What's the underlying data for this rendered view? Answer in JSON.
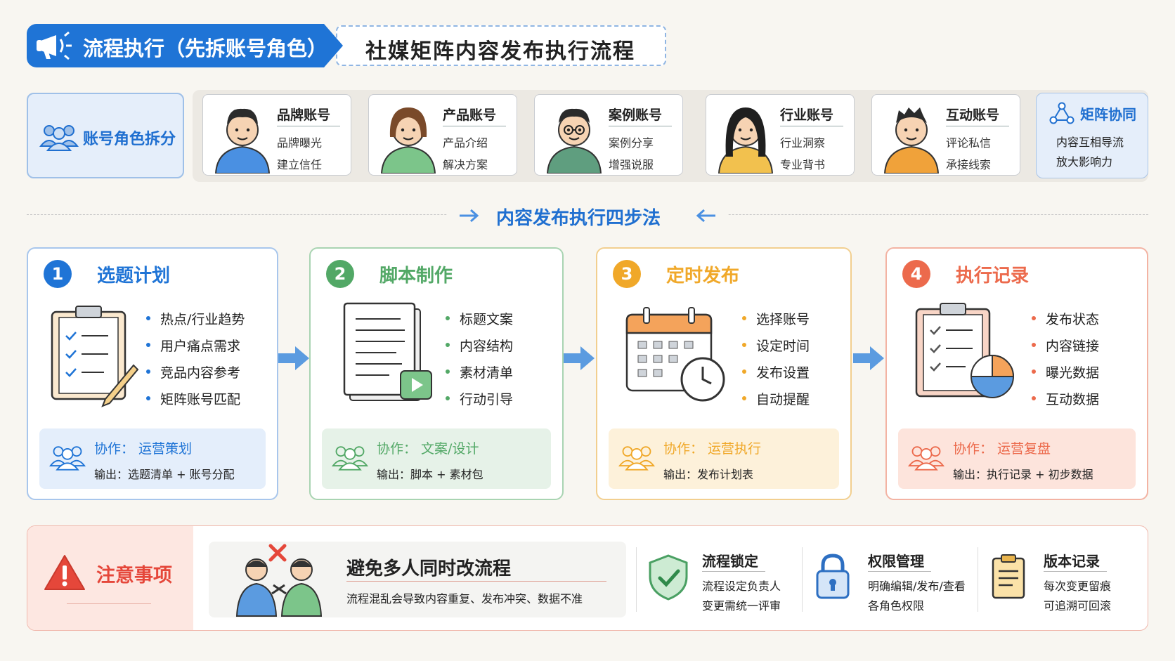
{
  "title": {
    "left": "流程执行（先拆账号角色）",
    "right": "社媒矩阵内容发布执行流程"
  },
  "roles_label": "账号角色拆分",
  "roles": [
    {
      "name": "品牌账号",
      "d1": "品牌曝光",
      "d2": "建立信任",
      "shirt": "#4a90e2"
    },
    {
      "name": "产品账号",
      "d1": "产品介绍",
      "d2": "解决方案",
      "shirt": "#7cc58a"
    },
    {
      "name": "案例账号",
      "d1": "案例分享",
      "d2": "增强说服",
      "shirt": "#5f9e7f"
    },
    {
      "name": "行业账号",
      "d1": "行业洞察",
      "d2": "专业背书",
      "shirt": "#f2c14e"
    },
    {
      "name": "互动账号",
      "d1": "评论私信",
      "d2": "承接线索",
      "shirt": "#f0a23a"
    }
  ],
  "matrix": {
    "name": "矩阵协同",
    "d1": "内容互相导流",
    "d2": "放大影响力"
  },
  "steps_heading": "内容发布执行四步法",
  "steps": [
    {
      "num": "1",
      "title": "选题计划",
      "color": "#1f74d6",
      "bg": "#e4eefb",
      "border": "#a8c6ec",
      "items": [
        "热点/行业趋势",
        "用户痛点需求",
        "竞品内容参考",
        "矩阵账号匹配"
      ],
      "collab": "协作：  运营策划",
      "output": "输出：选题清单 + 账号分配"
    },
    {
      "num": "2",
      "title": "脚本制作",
      "color": "#52a866",
      "bg": "#e6f2e8",
      "border": "#a9d4b2",
      "items": [
        "标题文案",
        "内容结构",
        "素材清单",
        "行动引导"
      ],
      "collab": "协作：  文案/设计",
      "output": "输出：脚本 + 素材包"
    },
    {
      "num": "3",
      "title": "定时发布",
      "color": "#f0a829",
      "bg": "#fdf1da",
      "border": "#f2cf8f",
      "items": [
        "选择账号",
        "设定时间",
        "发布设置",
        "自动提醒"
      ],
      "collab": "协作：  运营执行",
      "output": "输出：发布计划表"
    },
    {
      "num": "4",
      "title": "执行记录",
      "color": "#ec6a4c",
      "bg": "#fde4dc",
      "border": "#f3b3a3",
      "items": [
        "发布状态",
        "内容链接",
        "曝光数据",
        "互动数据"
      ],
      "collab": "协作：  运营复盘",
      "output": "输出：执行记录 + 初步数据"
    }
  ],
  "notice": {
    "label": "注意事项",
    "avoid_title": "避免多人同时改流程",
    "avoid_desc": "流程混乱会导致内容重复、发布冲突、数据不准",
    "tips": [
      {
        "title": "流程锁定",
        "d1": "流程设定负责人",
        "d2": "变更需统一评审"
      },
      {
        "title": "权限管理",
        "d1": "明确编辑/发布/查看",
        "d2": "各角色权限"
      },
      {
        "title": "版本记录",
        "d1": "每次变更留痕",
        "d2": "可追溯可回滚"
      }
    ]
  }
}
